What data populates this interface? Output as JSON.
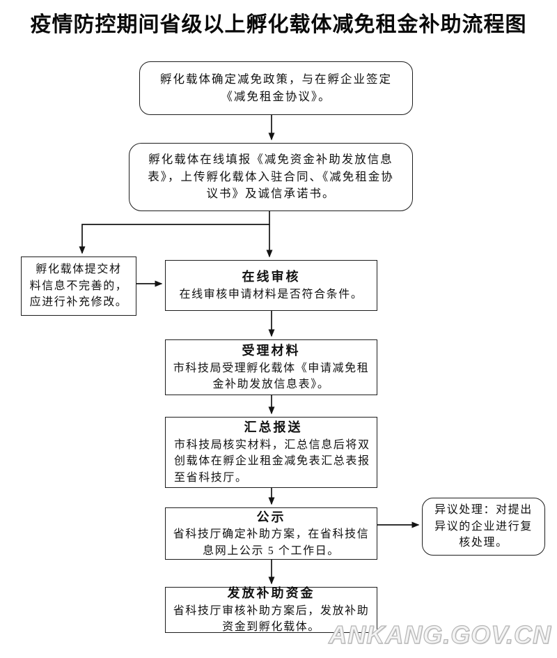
{
  "page": {
    "title": "疫情防控期间省级以上孵化载体减免租金补助流程图",
    "watermark": "ANKANG.GOV.CN"
  },
  "flow": {
    "policy": {
      "lines": [
        "孵化载体确定减免政策，与在孵企业签定",
        "《减免租金协议》。"
      ]
    },
    "submit": {
      "lines": [
        "孵化载体在线填报《减免资金补助发放信息",
        "表》，上传孵化载体入驻合同、《减免租金协",
        "议书》及诚信承诺书。"
      ]
    },
    "incomplete": {
      "lines": [
        "孵化载体提交材",
        "料信息不完善的，",
        "应进行补充修改。"
      ]
    },
    "online_review": {
      "title": "在线审核",
      "lines": [
        "在线审核申请材料是否符合条件。"
      ]
    },
    "accept": {
      "title": "受理材料",
      "lines": [
        "市科技局受理孵化载体《申请减免租",
        "金补助发放信息表》。"
      ]
    },
    "report": {
      "title": "汇总报送",
      "lines": [
        "市科技局核实材料，汇总信息后将双",
        "创载体在孵企业租金减免表汇总表报",
        "至省科技厅。"
      ]
    },
    "publicity": {
      "title": "公示",
      "lines": [
        "省科技厅确定补助方案，在省科技信",
        "息网上公示 5 个工作日。"
      ]
    },
    "objection": {
      "lines": [
        "异议处理：对提出",
        "异议的企业进行复",
        "核处理。"
      ]
    },
    "grant": {
      "title": "发放补助资金",
      "lines": [
        "省科技厅审核补助方案后，发放补助",
        "资金到孵化载体。"
      ]
    }
  }
}
